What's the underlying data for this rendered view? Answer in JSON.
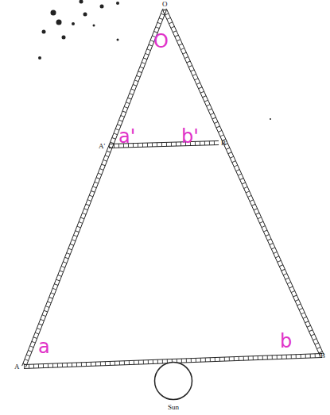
{
  "diagram": {
    "nodes": [
      {
        "text": [
          "Sun"
        ]
      }
    ],
    "labels": [
      "O",
      "O",
      "A'",
      "a'",
      "b'",
      "B'",
      "A",
      "a",
      "b",
      "B"
    ]
  }
}
